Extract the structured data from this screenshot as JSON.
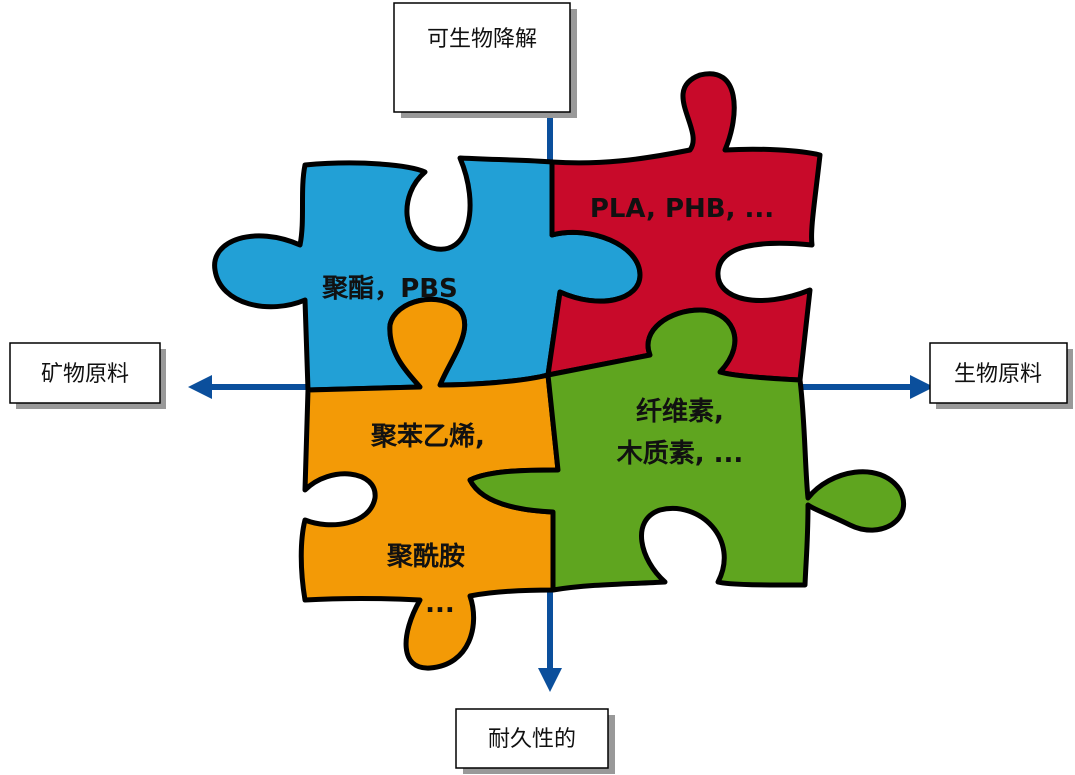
{
  "axes": {
    "top": "可生物降解",
    "bottom": "耐久性的",
    "left": "矿物原料",
    "right": "生物原料"
  },
  "pieces": {
    "blue": {
      "label": "聚酯，PBS",
      "color": "#22a0d6"
    },
    "red": {
      "label": "PLA, PHB, ...",
      "color": "#c80a2a"
    },
    "orange": {
      "line1": "聚苯乙烯,",
      "line2": "聚酰胺",
      "line3": "...",
      "color": "#f39a06"
    },
    "green": {
      "line1": "纤维素,",
      "line2": "木质素, ...",
      "color": "#5fa51f"
    }
  },
  "colors": {
    "arrow": "#0b4f9c",
    "outline": "#000000",
    "box_shadow": "#999999"
  }
}
